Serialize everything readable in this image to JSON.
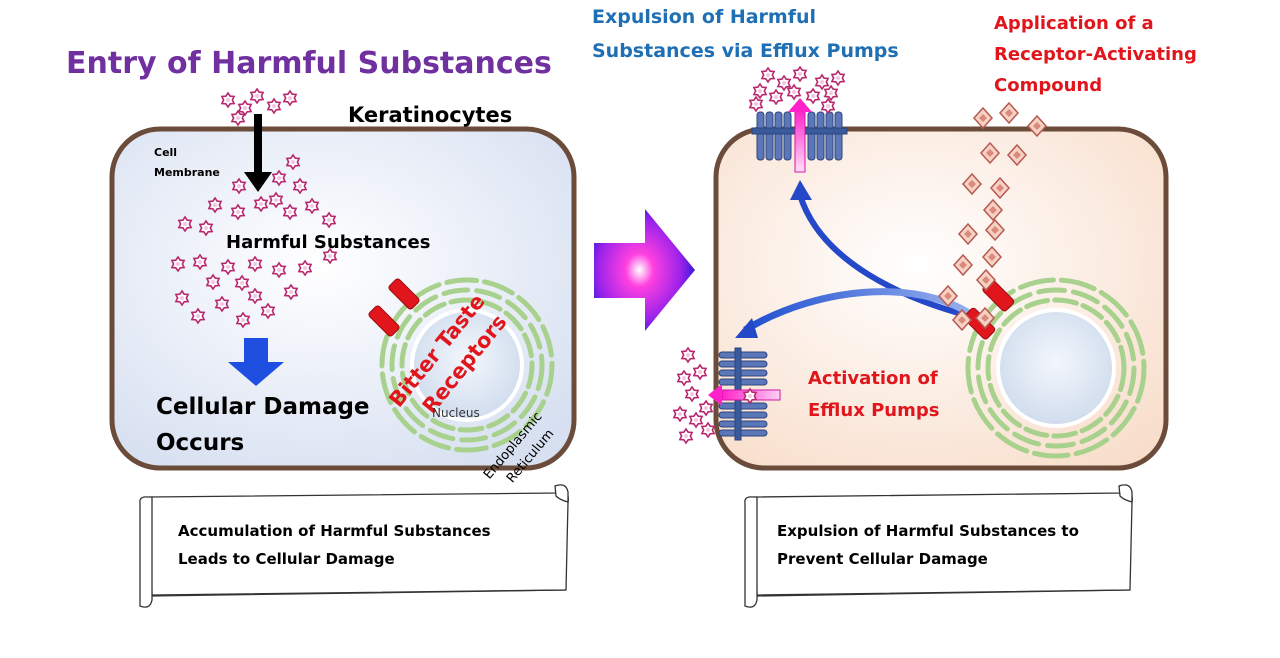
{
  "left": {
    "entry_title": "Entry of Harmful Substances",
    "cell_type": "Keratinocytes",
    "cell_membrane": [
      "Cell",
      "Membrane"
    ],
    "harmful_substances": "Harmful Substances",
    "receptor": [
      "Bitter Taste",
      "Receptors"
    ],
    "nucleus": "Nucleus",
    "er": [
      "Endoplasmic",
      "Reticulum"
    ],
    "damage": [
      "Cellular Damage",
      "Occurs"
    ],
    "caption": [
      "Accumulation of Harmful Substances",
      "Leads to Cellular Damage"
    ]
  },
  "right": {
    "expulsion_title": [
      "Expulsion of Harmful",
      "Substances via Efflux Pumps"
    ],
    "compound_title": [
      "Application of a",
      "Receptor-Activating",
      "Compound"
    ],
    "activation": [
      "Activation of",
      "Efflux Pumps"
    ],
    "caption": [
      "Expulsion of Harmful Substances to",
      "Prevent Cellular Damage"
    ]
  },
  "colors": {
    "entry_title": "#7030a0",
    "expulsion_title": "#1f6fb4",
    "red_label": "#e0161c",
    "cell_left_fill": "#dfe6f4",
    "cell_right_fill": "#fbe5d6",
    "membrane": "#6b4b3a",
    "er_green": "#a9d18e",
    "nucleus_fill": "#dbe5f1",
    "receptor": "#e0161c",
    "substance": "#b7286e",
    "pump": "#3a5a9c",
    "blue_arrow": "#1f4fe0",
    "magenta": "#ff33cc"
  },
  "icons": [
    "substance-star-icon",
    "compound-diamond-icon",
    "scroll-icon",
    "big-arrow-icon"
  ]
}
